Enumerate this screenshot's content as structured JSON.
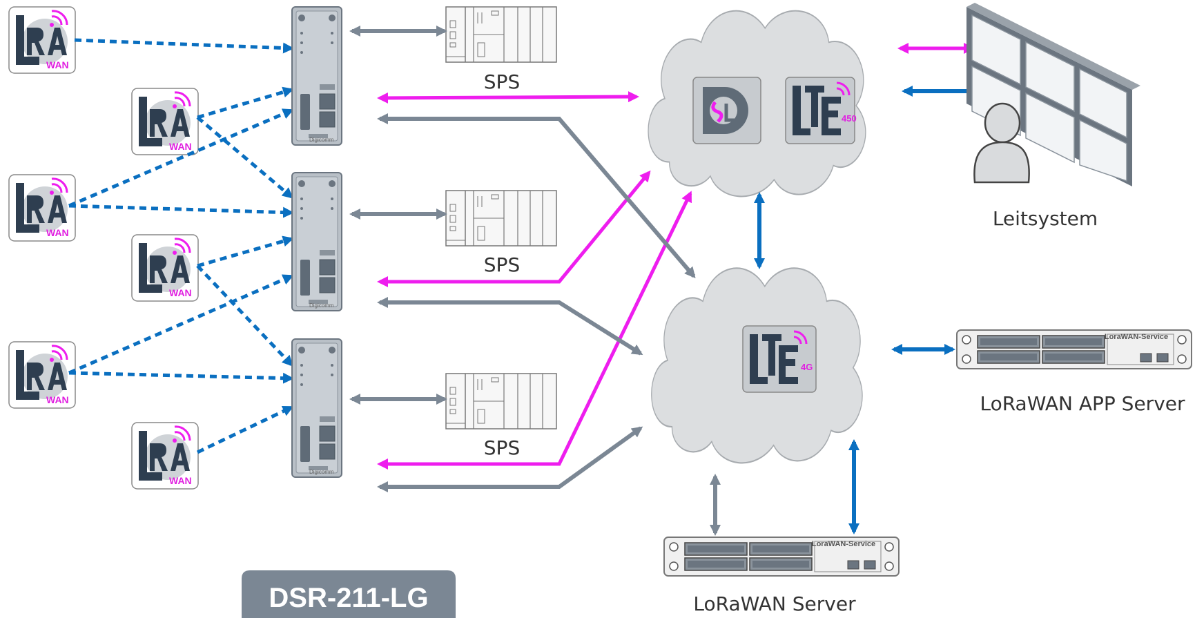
{
  "labels": {
    "sps": "SPS",
    "leitsystem": "Leitsystem",
    "app_server": "LoRaWAN APP Server",
    "lora_server": "LoRaWAN Server",
    "product": "DSR-211-LG"
  },
  "device_text": {
    "lorawan_service": "LoraWAN-Service",
    "brand": "Digicomm"
  },
  "logos": {
    "lora_wan": "WAN",
    "lte450_sub": "450",
    "lte4g_sub": "4G"
  },
  "colors": {
    "blue": "#0a6fc0",
    "magenta": "#ee1dee",
    "gray": "#7b8794",
    "cloud": "#dcdee0",
    "device": "#a8b0b8"
  }
}
